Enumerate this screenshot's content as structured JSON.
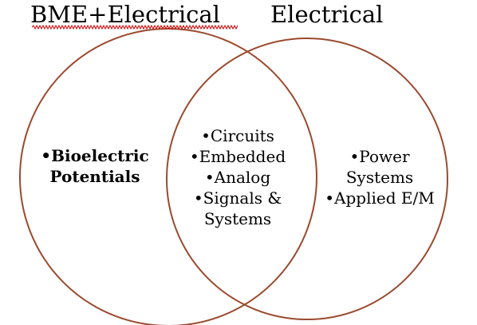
{
  "style": {
    "circle_color": "#9b4a2e",
    "text_color": "#000000",
    "spellcheck_underline_color": "#d20000"
  },
  "sets": {
    "left": {
      "title": "BME+Electrical"
    },
    "right": {
      "title": "Electrical"
    }
  },
  "regions": {
    "left_only": {
      "items": [
        "•Bioelectric\nPotentials"
      ]
    },
    "overlap": {
      "items": [
        "•Circuits",
        "•Embedded",
        "•Analog",
        "•Signals &\nSystems"
      ]
    },
    "right_only": {
      "items": [
        "•Power\nSystems",
        "•Applied E/M"
      ]
    }
  }
}
